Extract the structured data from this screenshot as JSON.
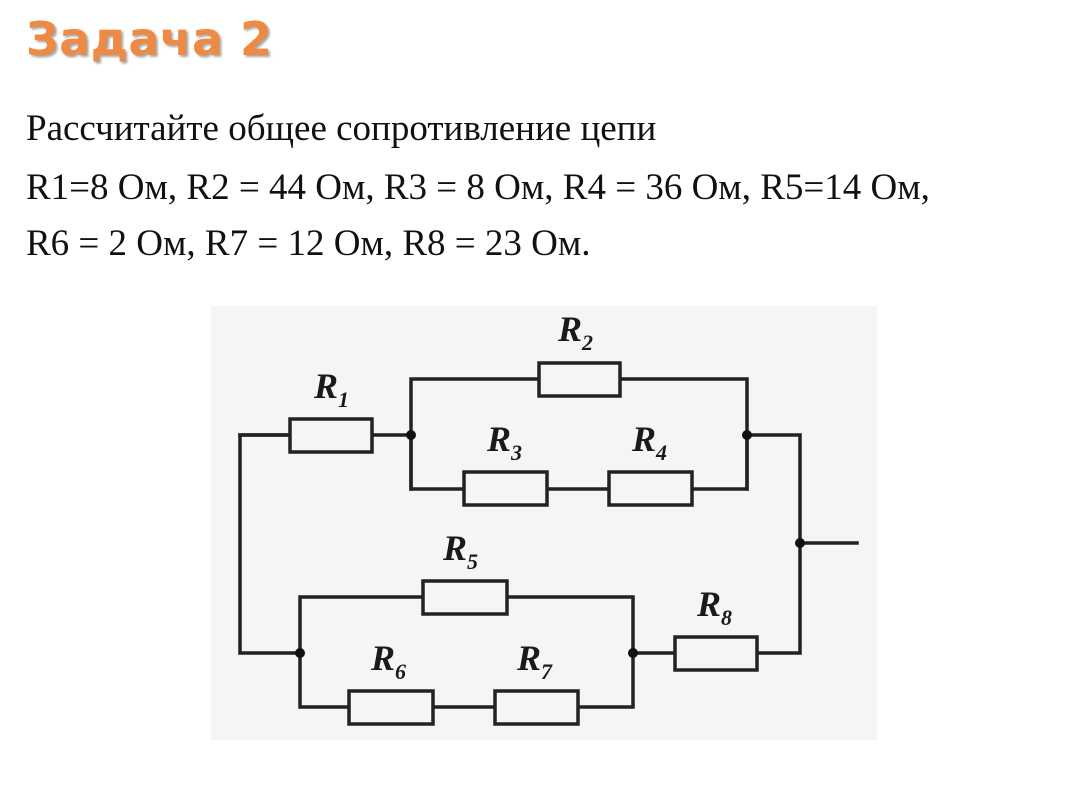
{
  "title": "Задача 2",
  "task": {
    "line1": "Рассчитайте общее сопротивление цепи",
    "line2": "R1=8 Ом, R2 = 44 Ом, R3 = 8 Ом, R4 = 36 Ом, R5=14 Ом,",
    "line3": "R6 = 2 Ом, R7 = 12 Ом, R8 = 23 Ом."
  },
  "circuit": {
    "resistors": [
      {
        "id": "r1",
        "letter": "R",
        "index": "1"
      },
      {
        "id": "r2",
        "letter": "R",
        "index": "2"
      },
      {
        "id": "r3",
        "letter": "R",
        "index": "3"
      },
      {
        "id": "r4",
        "letter": "R",
        "index": "4"
      },
      {
        "id": "r5",
        "letter": "R",
        "index": "5"
      },
      {
        "id": "r6",
        "letter": "R",
        "index": "6"
      },
      {
        "id": "r7",
        "letter": "R",
        "index": "7"
      },
      {
        "id": "r8",
        "letter": "R",
        "index": "8"
      }
    ]
  },
  "colors": {
    "title": "#ee8a44",
    "text": "#111111",
    "panel_background": "#f5f5f3",
    "wire": "#222222"
  }
}
